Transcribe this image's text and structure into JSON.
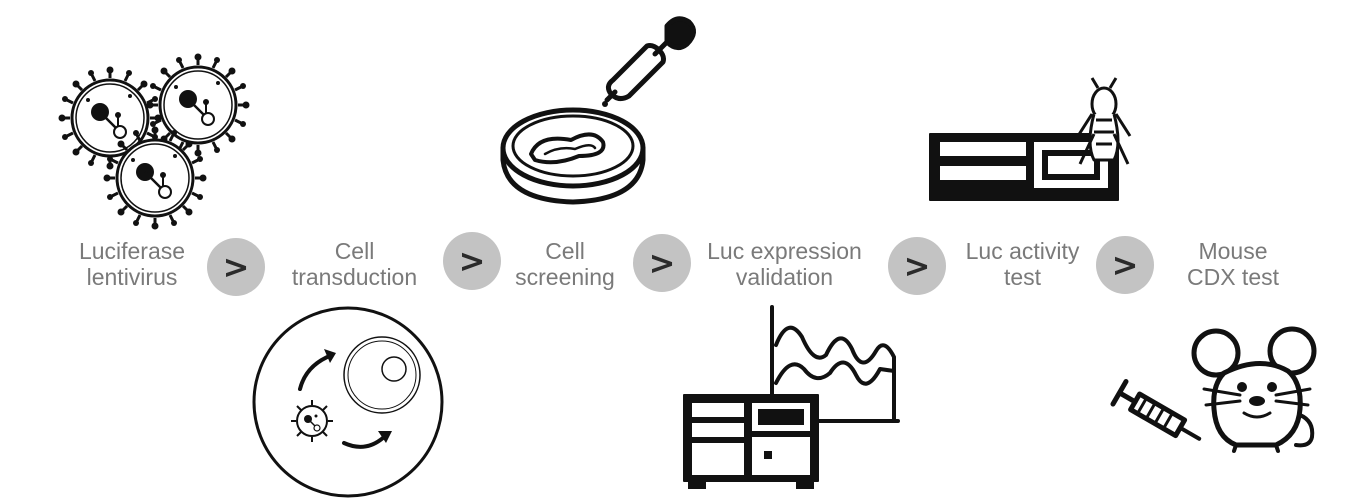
{
  "steps": [
    {
      "line1": "Luciferase",
      "line2": "lentivirus"
    },
    {
      "line1": "Cell",
      "line2": "transduction"
    },
    {
      "line1": "Cell",
      "line2": "screening"
    },
    {
      "line1": "Luc expression",
      "line2": "validation"
    },
    {
      "line1": "Luc activity",
      "line2": "test"
    },
    {
      "line1": "Mouse",
      "line2": "CDX test"
    }
  ],
  "connector": ">",
  "colors": {
    "label": "#7a7a7a",
    "badge": "#c3c3c3",
    "ink": "#111111"
  },
  "icons": [
    "virus-cluster-icon",
    "petri-dish-dropper-icon",
    "gel-fly-icon",
    "transduction-cell-icon",
    "luminometer-graph-icon",
    "mouse-syringe-icon"
  ]
}
